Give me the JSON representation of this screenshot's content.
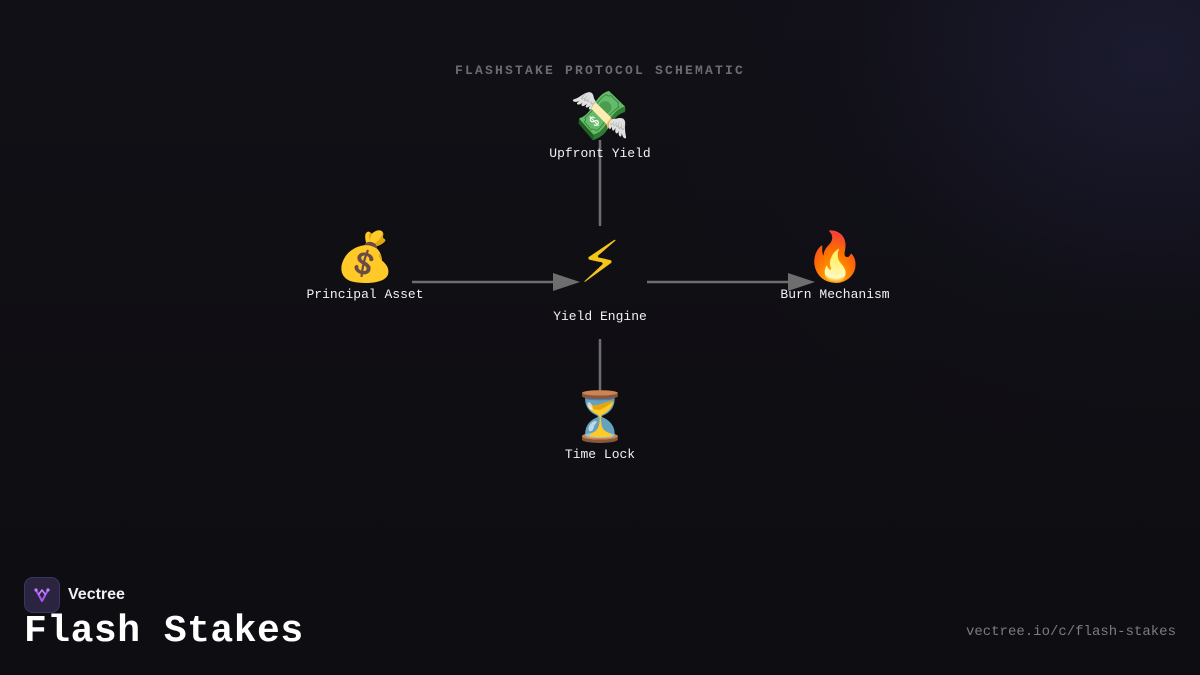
{
  "diagram": {
    "title": "FLASHSTAKE PROTOCOL SCHEMATIC",
    "nodes": {
      "upfront_yield": {
        "icon": "💸",
        "label": "Upfront Yield"
      },
      "principal_asset": {
        "icon": "💰",
        "label": "Principal Asset"
      },
      "yield_engine": {
        "icon": "⚡",
        "label": "Yield Engine"
      },
      "burn_mechanism": {
        "icon": "🔥",
        "label": "Burn Mechanism"
      },
      "time_lock": {
        "icon": "⏳",
        "label": "Time Lock"
      }
    },
    "edges": [
      {
        "from": "yield_engine",
        "to": "upfront_yield",
        "arrow": false
      },
      {
        "from": "principal_asset",
        "to": "yield_engine",
        "arrow": true
      },
      {
        "from": "yield_engine",
        "to": "burn_mechanism",
        "arrow": true
      },
      {
        "from": "yield_engine",
        "to": "time_lock",
        "arrow": false
      }
    ],
    "connector_color": "#6e6e6e"
  },
  "footer": {
    "brand_name": "Vectree",
    "brand_icon": "vectree-logo-icon",
    "title": "Flash Stakes",
    "url": "vectree.io/c/flash-stakes"
  }
}
